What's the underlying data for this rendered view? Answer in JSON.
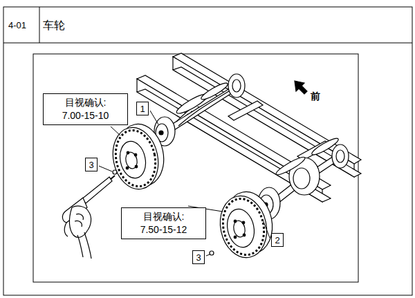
{
  "diagram": {
    "nodes": [
      {
        "text": [
          "目视确认:",
          "7.00-15-10"
        ]
      },
      {
        "text": [
          "1"
        ]
      },
      {
        "text": [
          "3"
        ]
      },
      {
        "text": [
          "目视确认:",
          "7.50-15-12"
        ]
      },
      {
        "text": [
          "2"
        ]
      },
      {
        "text": [
          "3"
        ]
      }
    ],
    "labels": [
      "4-01",
      "车轮",
      "前"
    ]
  }
}
